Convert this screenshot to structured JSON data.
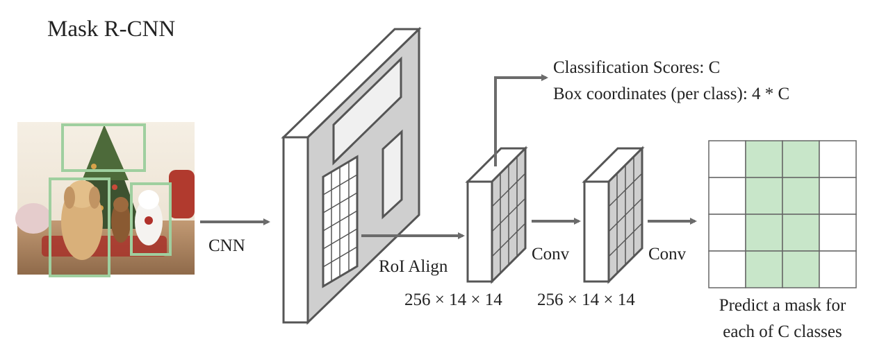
{
  "title": "Mask R-CNN",
  "labels": {
    "cnn": "CNN",
    "roi_align": "RoI Align",
    "conv1": "Conv",
    "conv2": "Conv",
    "dims1": "256 × 14 × 14",
    "dims2": "256 × 14 × 14",
    "classification": "Classification Scores: C",
    "box_coords": "Box coordinates (per class): 4 * C",
    "predict_line1": "Predict a mask for",
    "predict_line2": "each of C classes"
  },
  "input_image": {
    "detections": [
      "tree",
      "dog-left",
      "cat-right"
    ]
  },
  "mask_grid": {
    "rows": 4,
    "cols": 4,
    "highlighted_cols": [
      1,
      2
    ]
  },
  "colors": {
    "arrow": "#6b6b6b",
    "mask_fill": "#c8e6c9",
    "bbox": "#9fcf9f",
    "feature_map": "#c9c9c9"
  }
}
